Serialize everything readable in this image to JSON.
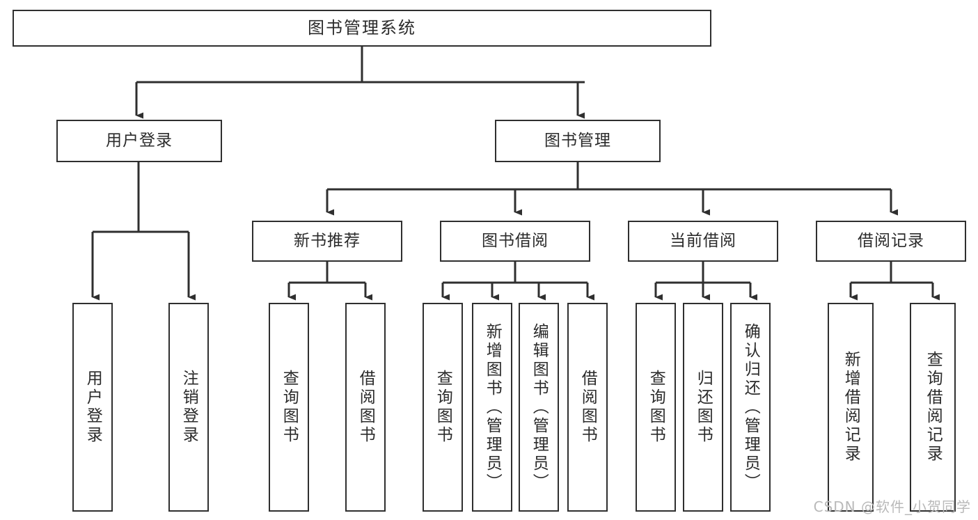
{
  "diagram": {
    "title": "图书管理系统",
    "type": "tree-hierarchy-chart",
    "colors": {
      "stroke": "#2f2f2f",
      "fill": "#ffffff",
      "text": "#2b2b2b",
      "watermark": "#b9b9b9"
    },
    "root": {
      "label": "图书管理系统"
    },
    "level2": [
      {
        "id": "user-login",
        "label": "用户登录"
      },
      {
        "id": "book-manage",
        "label": "图书管理"
      }
    ],
    "level3": [
      {
        "id": "new-book-recommend",
        "label": "新书推荐",
        "parent": "book-manage"
      },
      {
        "id": "book-borrow",
        "label": "图书借阅",
        "parent": "book-manage"
      },
      {
        "id": "current-borrow",
        "label": "当前借阅",
        "parent": "book-manage"
      },
      {
        "id": "borrow-record",
        "label": "借阅记录",
        "parent": "book-manage"
      }
    ],
    "leaves": {
      "user-login": [
        {
          "id": "leaf-user-login",
          "label": "用户登录"
        },
        {
          "id": "leaf-user-logout",
          "label": "注销登录"
        }
      ],
      "new-book-recommend": [
        {
          "id": "leaf-query-book-1",
          "label": "查询图书"
        },
        {
          "id": "leaf-borrow-book-1",
          "label": "借阅图书"
        }
      ],
      "book-borrow": [
        {
          "id": "leaf-query-book-2",
          "label": "查询图书"
        },
        {
          "id": "leaf-add-book",
          "label": "新增图书（管理员）"
        },
        {
          "id": "leaf-edit-book",
          "label": "编辑图书（管理员）"
        },
        {
          "id": "leaf-borrow-book-2",
          "label": "借阅图书"
        }
      ],
      "current-borrow": [
        {
          "id": "leaf-query-book-3",
          "label": "查询图书"
        },
        {
          "id": "leaf-return-book",
          "label": "归还图书"
        },
        {
          "id": "leaf-confirm-return",
          "label": "确认归还（管理员）"
        }
      ],
      "borrow-record": [
        {
          "id": "leaf-add-record",
          "label": "新增借阅记录"
        },
        {
          "id": "leaf-query-record",
          "label": "查询借阅记录"
        }
      ]
    },
    "watermark": "CSDN @软件_小贺同学"
  }
}
